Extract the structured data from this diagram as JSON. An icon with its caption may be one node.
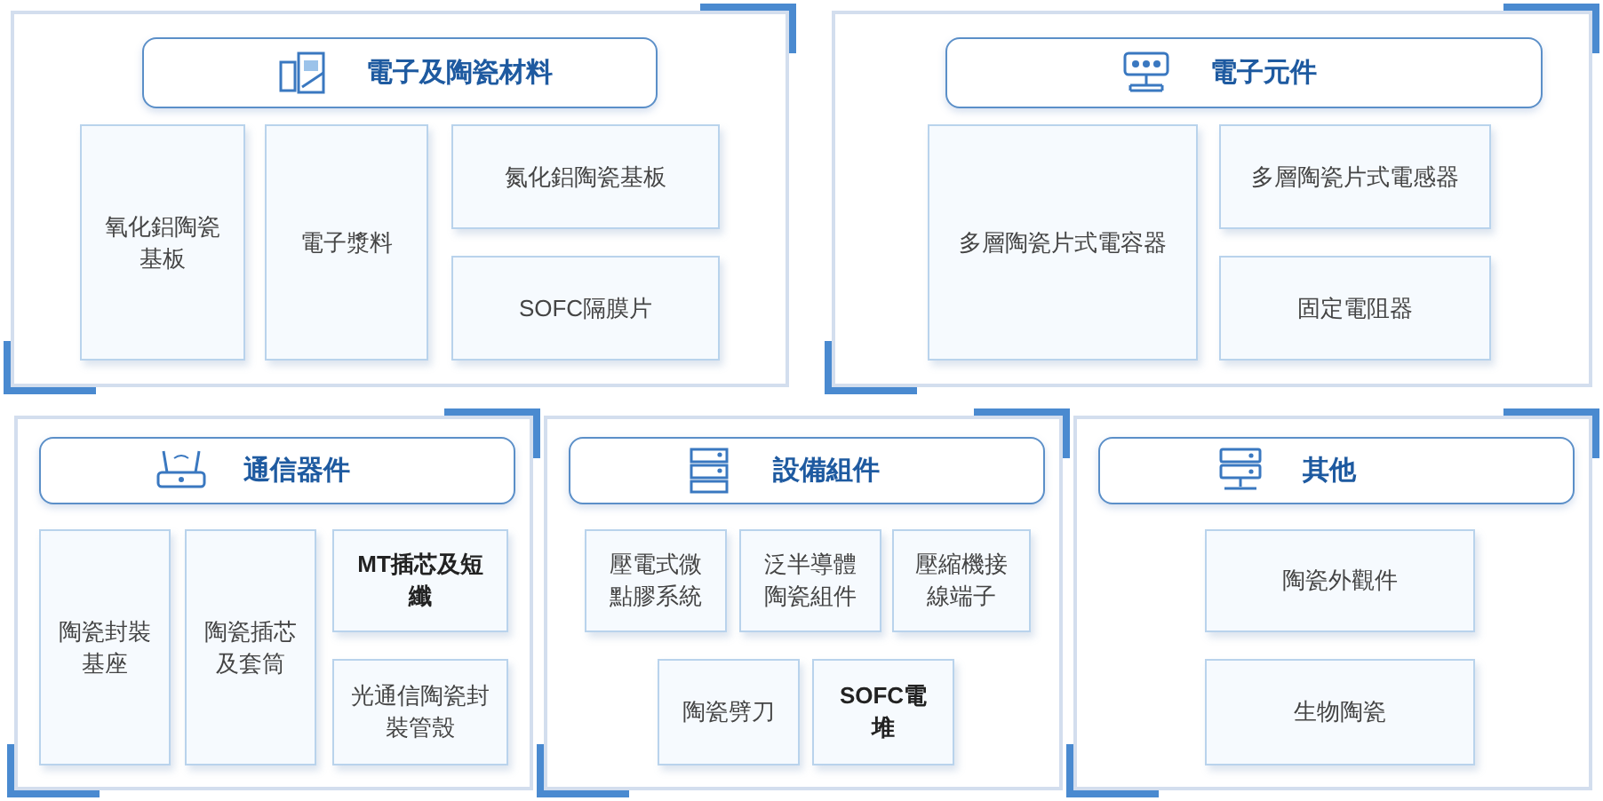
{
  "diagram": {
    "nodes": [
      {
        "text": [
          "電子及陶瓷材料"
        ]
      },
      {
        "text": [
          "氧化鋁陶瓷基板"
        ],
        "in": 0
      },
      {
        "text": [
          "電子漿料"
        ],
        "in": 0
      },
      {
        "text": [
          "氮化鋁陶瓷基板"
        ],
        "in": 0
      },
      {
        "text": [
          "SOFC隔膜片"
        ],
        "in": 0
      },
      {
        "text": [
          "電子元件"
        ]
      },
      {
        "text": [
          "多層陶瓷片式電容器"
        ],
        "in": 5
      },
      {
        "text": [
          "多層陶瓷片式電感器"
        ],
        "in": 5
      },
      {
        "text": [
          "固定電阻器"
        ],
        "in": 5
      },
      {
        "text": [
          "通信器件"
        ]
      },
      {
        "text": [
          "陶瓷封裝基座"
        ],
        "in": 9
      },
      {
        "text": [
          "陶瓷插芯及套筒"
        ],
        "in": 9
      },
      {
        "text": [
          "MT插芯及短纖"
        ],
        "in": 9
      },
      {
        "text": [
          "光通信陶瓷封裝管殼"
        ],
        "in": 9
      },
      {
        "text": [
          "設備組件"
        ]
      },
      {
        "text": [
          "壓電式微點膠系統"
        ],
        "in": 14
      },
      {
        "text": [
          "泛半導體陶瓷組件"
        ],
        "in": 14
      },
      {
        "text": [
          "壓縮機接線端子"
        ],
        "in": 14
      },
      {
        "text": [
          "陶瓷劈刀"
        ],
        "in": 14
      },
      {
        "text": [
          "SOFC電堆"
        ],
        "in": 14
      },
      {
        "text": [
          "其他"
        ]
      },
      {
        "text": [
          "陶瓷外觀件"
        ],
        "in": 20
      },
      {
        "text": [
          "生物陶瓷"
        ],
        "in": 20
      }
    ]
  }
}
